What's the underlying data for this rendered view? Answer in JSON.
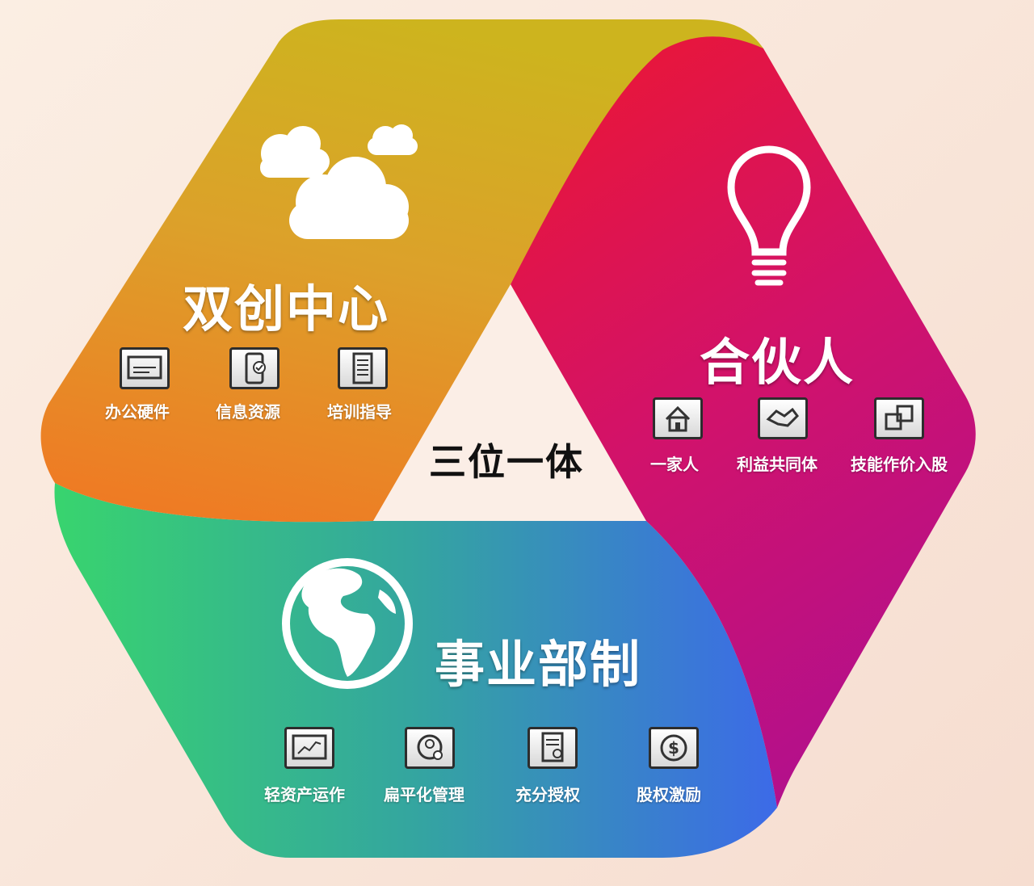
{
  "center_title": "三位一体",
  "sections": [
    {
      "title": "双创中心",
      "icon": "clouds-icon",
      "items": [
        {
          "label": "办公硬件",
          "icon": "monitor-icon"
        },
        {
          "label": "信息资源",
          "icon": "phone-check-icon"
        },
        {
          "label": "培训指导",
          "icon": "document-list-icon"
        }
      ]
    },
    {
      "title": "合伙人",
      "icon": "lightbulb-icon",
      "items": [
        {
          "label": "一家人",
          "icon": "house-icon"
        },
        {
          "label": "利益共同体",
          "icon": "handshake-icon"
        },
        {
          "label": "技能作价入股",
          "icon": "linked-squares-icon"
        }
      ]
    },
    {
      "title": "事业部制",
      "icon": "globe-icon",
      "items": [
        {
          "label": "轻资产运作",
          "icon": "line-chart-icon"
        },
        {
          "label": "扁平化管理",
          "icon": "user-plus-icon"
        },
        {
          "label": "充分授权",
          "icon": "certificate-icon"
        },
        {
          "label": "股权激励",
          "icon": "dollar-icon"
        }
      ]
    }
  ],
  "colors": {
    "orange_top": "#d4b21c",
    "orange_bottom": "#ee7e24",
    "red_top": "#e5173a",
    "magenta_bottom": "#b5108c",
    "green": "#36d16d",
    "blue": "#3a6be6"
  }
}
